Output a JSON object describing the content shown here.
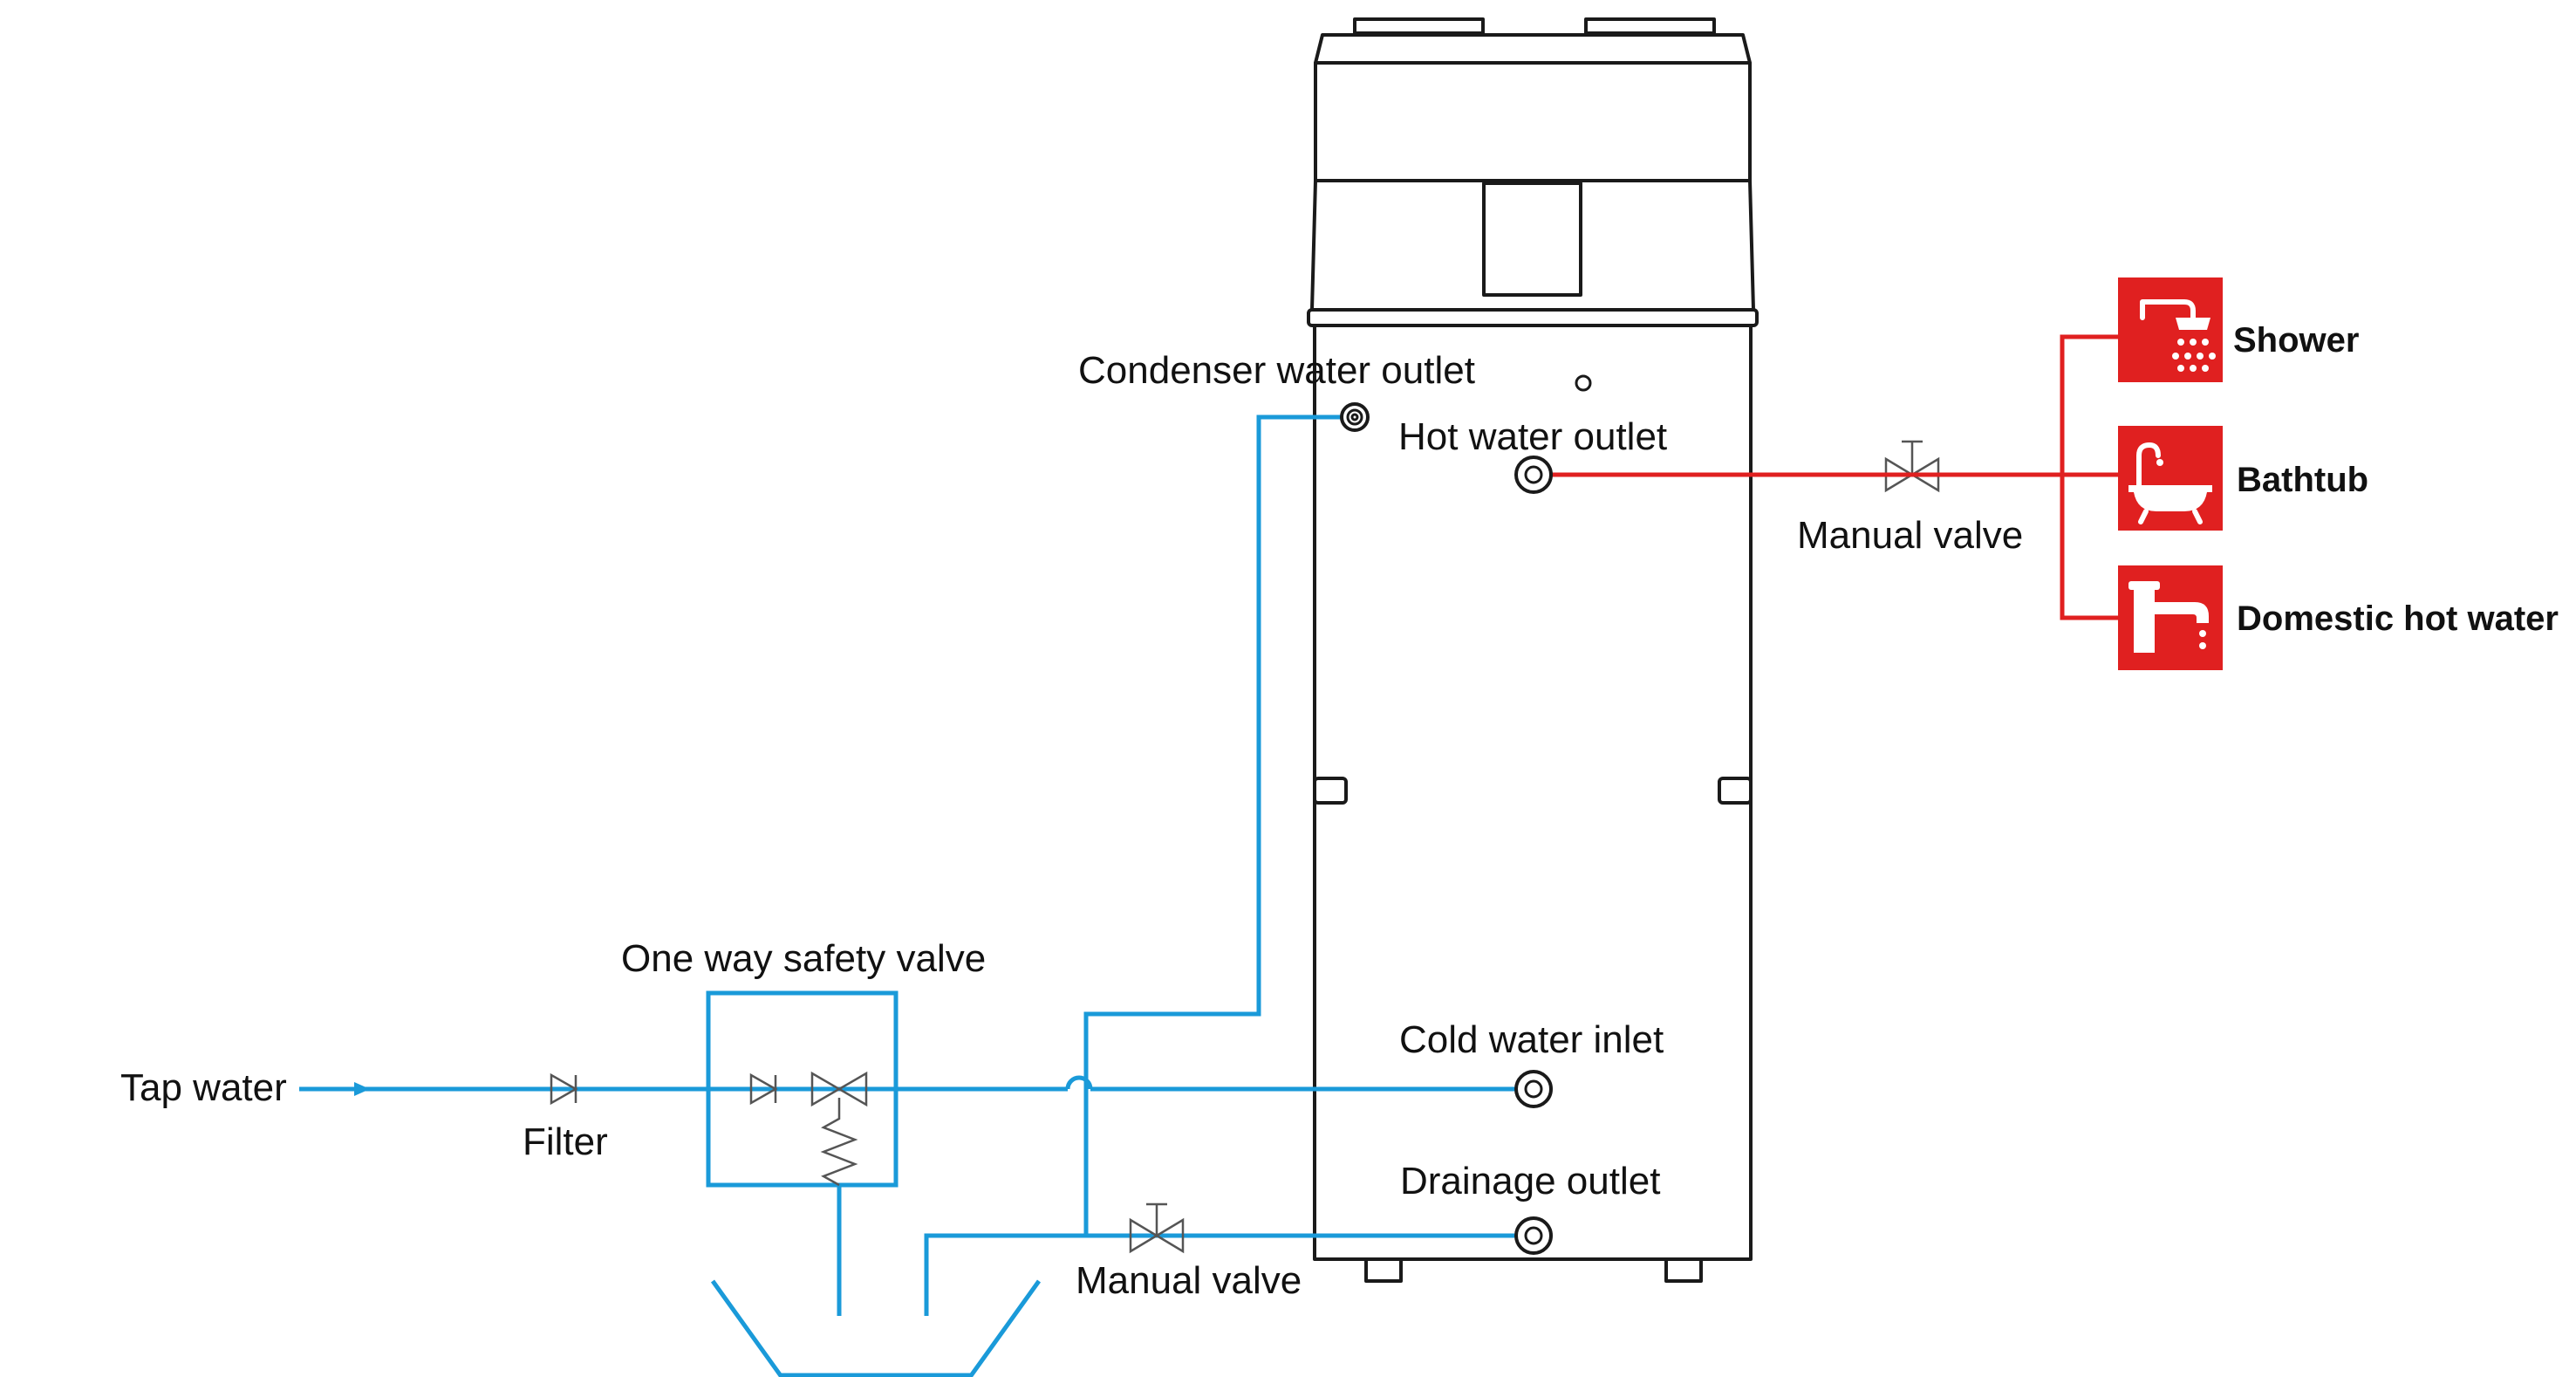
{
  "labels": {
    "condenser_water_outlet": "Condenser water outlet",
    "hot_water_outlet": "Hot water outlet",
    "manual_valve_hot": "Manual valve",
    "one_way_safety_valve": "One way safety valve",
    "tap_water": "Tap water",
    "filter": "Filter",
    "cold_water_inlet": "Cold water inlet",
    "drainage_outlet": "Drainage outlet",
    "manual_valve_drain": "Manual valve"
  },
  "outputs": [
    {
      "label": "Shower",
      "icon": "shower-icon"
    },
    {
      "label": "Bathtub",
      "icon": "bathtub-icon"
    },
    {
      "label": "Domestic hot water",
      "icon": "faucet-icon"
    }
  ],
  "colors": {
    "cold_pipe": "#1a9ad9",
    "hot_pipe": "#e02020",
    "icon_bg": "#e02020"
  }
}
